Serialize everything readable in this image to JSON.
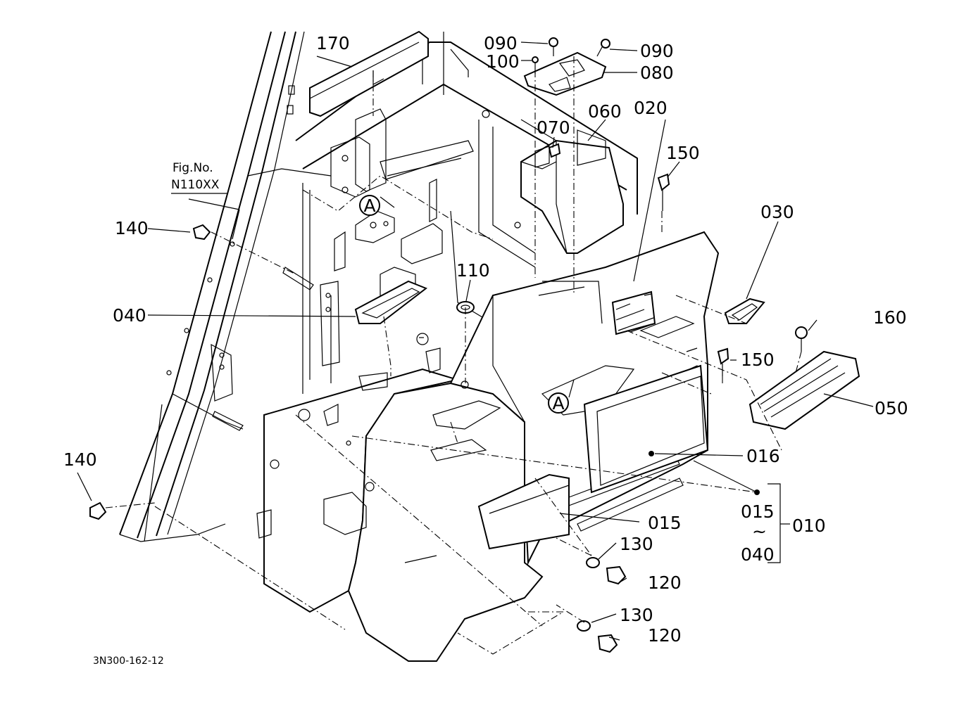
{
  "figure": {
    "fig_no_label": "Fig.No.",
    "fig_no_value": "N110XX",
    "drawing_code": "3N300-162-12"
  },
  "callouts": {
    "p170": "170",
    "p090a": "090",
    "p090b": "090",
    "p100": "100",
    "p080": "080",
    "p070": "070",
    "p060": "060",
    "p020": "020",
    "p150a": "150",
    "p150b": "150",
    "p140a": "140",
    "p140b": "140",
    "p030": "030",
    "p110": "110",
    "p040": "040",
    "p160": "160",
    "p050": "050",
    "p016": "016",
    "p015": "015",
    "p130a": "130",
    "p130b": "130",
    "p120a": "120",
    "p120b": "120"
  },
  "set_group": {
    "from": "015",
    "tilde": "~",
    "to": "040",
    "set_no": "010"
  },
  "view_marker": {
    "a1": "A",
    "a2": "A"
  }
}
